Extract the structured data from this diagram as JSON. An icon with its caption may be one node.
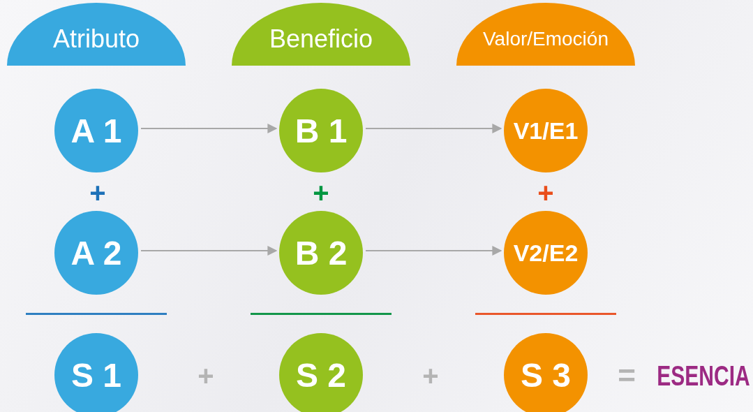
{
  "diagram": {
    "nodes": [
      {
        "text": [
          "Atributo"
        ]
      },
      {
        "text": [
          "Beneficio"
        ]
      },
      {
        "text": [
          "Valor/Emoción"
        ]
      },
      {
        "text": [
          "A 1"
        ]
      },
      {
        "text": [
          "B 1"
        ]
      },
      {
        "text": [
          "V1/E1"
        ]
      },
      {
        "text": [
          "A 2"
        ]
      },
      {
        "text": [
          "B 2"
        ]
      },
      {
        "text": [
          "V2/E2"
        ]
      },
      {
        "text": [
          "S 1"
        ]
      },
      {
        "text": [
          "S 2"
        ]
      },
      {
        "text": [
          "S 3"
        ]
      }
    ],
    "edges": [
      {
        "from": 3,
        "to": 4,
        "arrow": "to"
      },
      {
        "from": 4,
        "to": 5,
        "arrow": "to"
      },
      {
        "from": 6,
        "to": 7,
        "arrow": "to"
      },
      {
        "from": 7,
        "to": 8,
        "arrow": "to"
      }
    ],
    "labels": [
      "+",
      "+",
      "+",
      "+",
      "+",
      "=",
      "ESENCIA"
    ]
  }
}
